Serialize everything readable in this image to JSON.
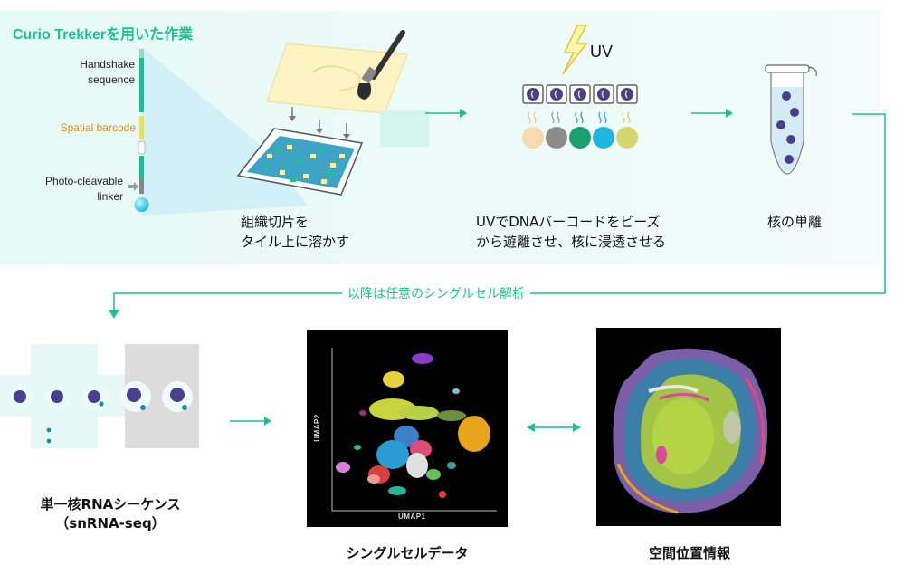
{
  "title": "Curio Trekkerを用いた作業",
  "bead_labels": {
    "handshake_line1": "Handshake",
    "handshake_line2": "sequence",
    "spatial_barcode": "Spatial barcode",
    "photo_line1": "Photo-cleavable",
    "photo_line2": "linker"
  },
  "steps": {
    "step1_line1": "組織切片を",
    "step1_line2": "タイル上に溶かす",
    "uv_label": "UV",
    "step2_line1": "UVでDNAバーコードをビーズ",
    "step2_line2": "から遊離させ、核に浸透させる",
    "step3": "核の単離"
  },
  "divider_label": "以降は任意のシングルセル解析",
  "bottom": {
    "snrna_line1": "単一核RNAシーケンス",
    "snrna_line2": "（snRNA-seq）",
    "singlecell": "シングルセルデータ",
    "spatial": "空間位置情報",
    "umap_x": "UMAP1",
    "umap_y": "UMAP2"
  },
  "colors": {
    "accent": "#1ebf93",
    "panel_bg": "#effbf8",
    "barcode_orange": "#e88a1a",
    "bead_cyan": "#25c6e8",
    "nucleus": "#4a3f8f"
  }
}
